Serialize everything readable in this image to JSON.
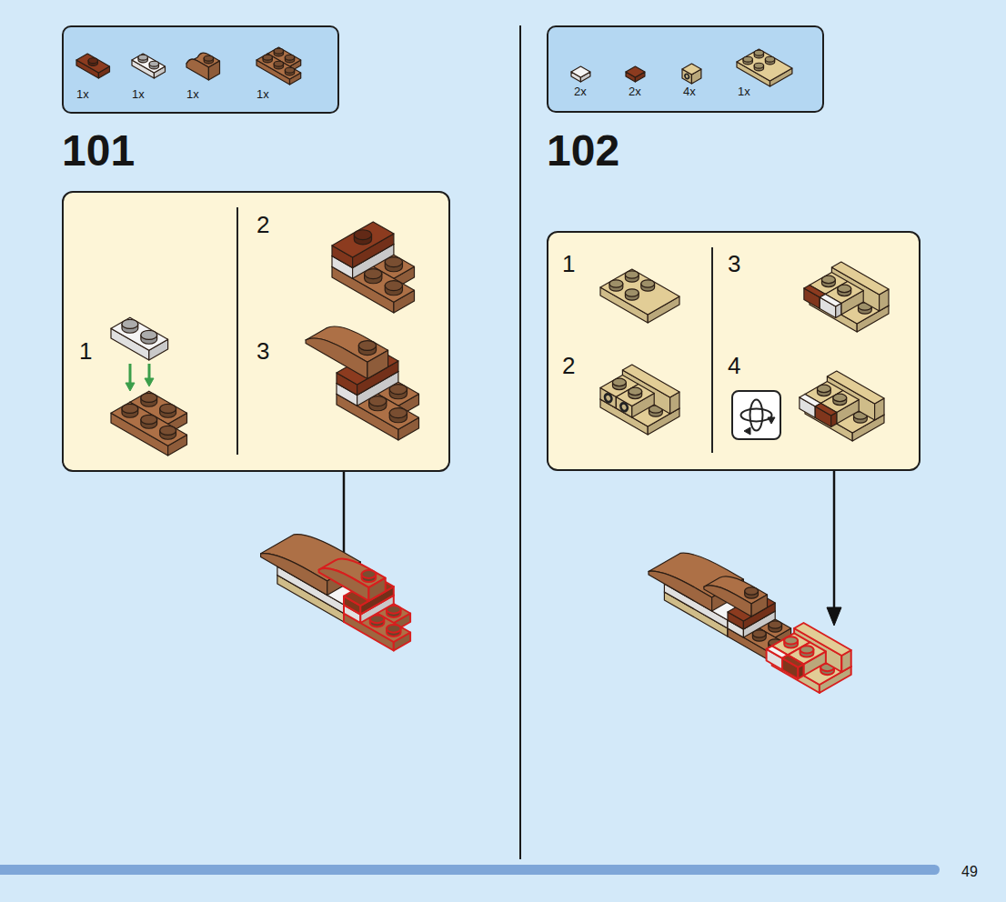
{
  "diagram": {
    "nodes": [
      {
        "text": [
          "1x",
          "1x",
          "1x",
          "1x"
        ]
      },
      {
        "text": [
          "1",
          "2",
          "3"
        ]
      },
      {
        "text": [
          "2x",
          "2x",
          "4x",
          "1x"
        ]
      },
      {
        "text": [
          "1",
          "3",
          "2",
          "4"
        ]
      }
    ],
    "labels": [
      "101",
      "102",
      "49"
    ]
  }
}
